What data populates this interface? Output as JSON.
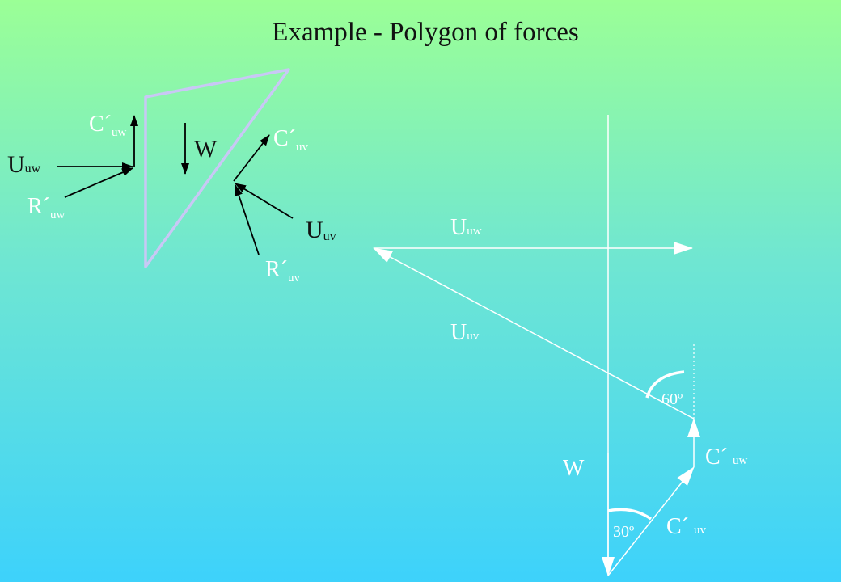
{
  "title": "Example - Polygon of forces",
  "free_body": {
    "labels": {
      "c_uw": {
        "main": "C´",
        "sub": "uw"
      },
      "w": {
        "main": "W",
        "sub": ""
      },
      "c_uv": {
        "main": "C´",
        "sub": "uv"
      },
      "u_uw": {
        "main": "U",
        "sub": "uw"
      },
      "r_uw": {
        "main": "R´",
        "sub": "uw"
      },
      "u_uv": {
        "main": "U",
        "sub": "uv"
      },
      "r_uv": {
        "main": "R´",
        "sub": "uv"
      }
    }
  },
  "polygon": {
    "labels": {
      "u_uw": {
        "main": "U",
        "sub": "uw"
      },
      "u_uv": {
        "main": "U",
        "sub": "uv"
      },
      "w": {
        "main": "W",
        "sub": ""
      },
      "c_uw": {
        "main": "C´",
        "sub": "uw"
      },
      "c_uv": {
        "main": "C´",
        "sub": "uv"
      }
    },
    "angles": {
      "top": "60º",
      "bottom": "30º"
    }
  },
  "colors": {
    "background_top": "#9bff96",
    "background_bottom": "#3dd2fb",
    "wedge": "#c8c8f5",
    "vector_dark": "#000000",
    "vector_light": "#ffffff"
  }
}
